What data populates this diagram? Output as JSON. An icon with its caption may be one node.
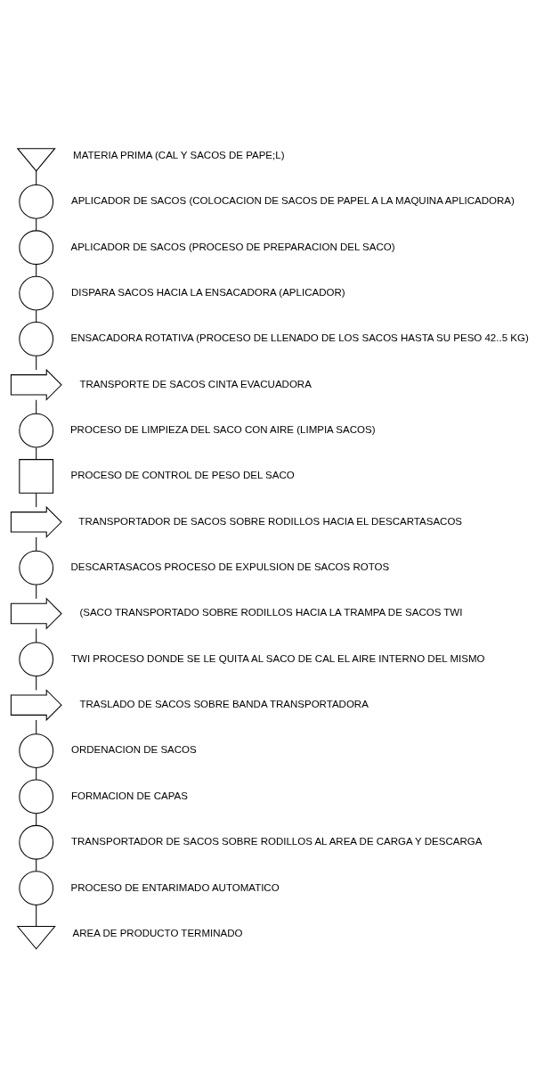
{
  "diagram": {
    "nodes": [
      {
        "text": [],
        "shape": "triangle",
        "beside": [
          "MATERIA PRIMA (CAL Y SACOS DE PAPE;L)"
        ]
      },
      {
        "text": [],
        "shape": "circle",
        "beside": [
          "APLICADOR DE SACOS (COLOCACION DE SACOS DE PAPEL A LA MAQUINA APLICADORA)"
        ]
      },
      {
        "text": [],
        "shape": "circle",
        "beside": [
          "APLICADOR DE SACOS (PROCESO DE PREPARACION DEL SACO)"
        ]
      },
      {
        "text": [],
        "shape": "circle",
        "beside": [
          "DISPARA SACOS HACIA LA ENSACADORA (APLICADOR)"
        ]
      },
      {
        "text": [],
        "shape": "circle",
        "beside": [
          "ENSACADORA ROTATIVA (PROCESO DE LLENADO DE LOS SACOS HASTA SU PESO 42..5 KG)"
        ]
      },
      {
        "text": [],
        "shape": "arrow",
        "beside": [
          "TRANSPORTE DE SACOS CINTA EVACUADORA"
        ]
      },
      {
        "text": [],
        "shape": "circle",
        "beside": [
          "PROCESO DE LIMPIEZA DEL SACO CON AIRE (LIMPIA SACOS)"
        ]
      },
      {
        "text": [],
        "shape": "square",
        "beside": [
          "PROCESO DE CONTROL DE PESO DEL SACO"
        ]
      },
      {
        "text": [],
        "shape": "arrow",
        "beside": [
          "TRANSPORTADOR DE SACOS SOBRE RODILLOS HACIA EL DESCARTASACOS"
        ]
      },
      {
        "text": [],
        "shape": "circle",
        "beside": [
          "DESCARTASACOS PROCESO DE EXPULSION DE SACOS ROTOS"
        ]
      },
      {
        "text": [],
        "shape": "arrow",
        "beside": [
          "(SACO TRANSPORTADO SOBRE RODILLOS HACIA LA TRAMPA DE SACOS TWI"
        ]
      },
      {
        "text": [],
        "shape": "circle",
        "beside": [
          "TWI PROCESO DONDE SE LE QUITA AL SACO DE CAL EL AIRE INTERNO DEL MISMO"
        ]
      },
      {
        "text": [],
        "shape": "arrow",
        "beside": [
          "TRASLADO DE SACOS SOBRE BANDA TRANSPORTADORA"
        ]
      },
      {
        "text": [],
        "shape": "circle",
        "beside": [
          "ORDENACION DE SACOS"
        ]
      },
      {
        "text": [],
        "shape": "circle",
        "beside": [
          "FORMACION DE CAPAS"
        ]
      },
      {
        "text": [],
        "shape": "circle",
        "beside": [
          "TRANSPORTADOR DE SACOS SOBRE RODILLOS AL AREA DE CARGA Y DESCARGA"
        ]
      },
      {
        "text": [],
        "shape": "circle",
        "beside": [
          "PROCESO DE ENTARIMADO AUTOMATICO"
        ]
      },
      {
        "text": [],
        "shape": "triangle",
        "beside": [
          "AREA DE PRODUCTO TERMINADO"
        ]
      }
    ],
    "edges": [
      {
        "from": 0,
        "to": 1,
        "arrow": "none"
      },
      {
        "from": 1,
        "to": 2,
        "arrow": "none"
      },
      {
        "from": 2,
        "to": 3,
        "arrow": "none"
      },
      {
        "from": 3,
        "to": 4,
        "arrow": "none"
      },
      {
        "from": 4,
        "to": 5,
        "arrow": "none"
      },
      {
        "from": 5,
        "to": 6,
        "arrow": "none"
      },
      {
        "from": 6,
        "to": 7,
        "arrow": "none"
      },
      {
        "from": 7,
        "to": 8,
        "arrow": "none"
      },
      {
        "from": 8,
        "to": 9,
        "arrow": "none"
      },
      {
        "from": 9,
        "to": 10,
        "arrow": "none"
      },
      {
        "from": 10,
        "to": 11,
        "arrow": "none"
      },
      {
        "from": 11,
        "to": 12,
        "arrow": "none"
      },
      {
        "from": 12,
        "to": 13,
        "arrow": "none"
      },
      {
        "from": 13,
        "to": 14,
        "arrow": "none"
      },
      {
        "from": 14,
        "to": 15,
        "arrow": "none"
      },
      {
        "from": 15,
        "to": 16,
        "arrow": "none"
      },
      {
        "from": 16,
        "to": 17,
        "arrow": "none"
      }
    ]
  }
}
